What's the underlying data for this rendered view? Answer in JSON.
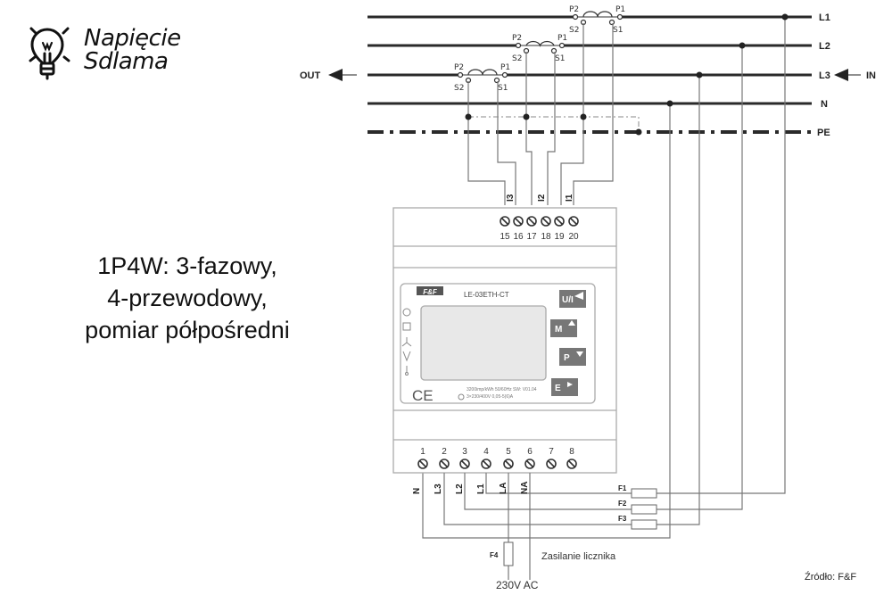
{
  "logo": {
    "line1": "Napięcie",
    "line2": "Sdlama",
    "icon": "lightbulb-icon"
  },
  "title": {
    "line1": "1P4W: 3-fazowy,",
    "line2": "4-przewodowy,",
    "line3": "pomiar półpośredni"
  },
  "source": "Źródło: F&F",
  "bus": {
    "lines": [
      "L1",
      "L2",
      "L3",
      "N",
      "PE"
    ],
    "out_label": "OUT",
    "in_label": "IN"
  },
  "ct": {
    "p2": "P2",
    "p1": "P1",
    "s2": "S2",
    "s1": "S1"
  },
  "ct_inputs": [
    "I3",
    "I2",
    "I1"
  ],
  "meter": {
    "brand": "F&F",
    "model": "LE-03ETH-CT",
    "spec1": "3200imp/kWh 50/60Hz SW: V01.04",
    "spec2": "3×230/400V 0,05-5(6)A",
    "ce": "CE",
    "buttons": [
      "U/I",
      "M",
      "P",
      "E"
    ],
    "top_terminals": [
      "15",
      "16",
      "17",
      "18",
      "19",
      "20"
    ],
    "bottom_terminals": [
      "1",
      "2",
      "3",
      "4",
      "5",
      "6",
      "7",
      "8"
    ],
    "bottom_labels": [
      "N",
      "L3",
      "L2",
      "L1",
      "LA",
      "NA"
    ]
  },
  "fuses": [
    "F1",
    "F2",
    "F3",
    "F4"
  ],
  "supply": {
    "label": "Zasilanie licznika",
    "voltage": "230V AC"
  }
}
